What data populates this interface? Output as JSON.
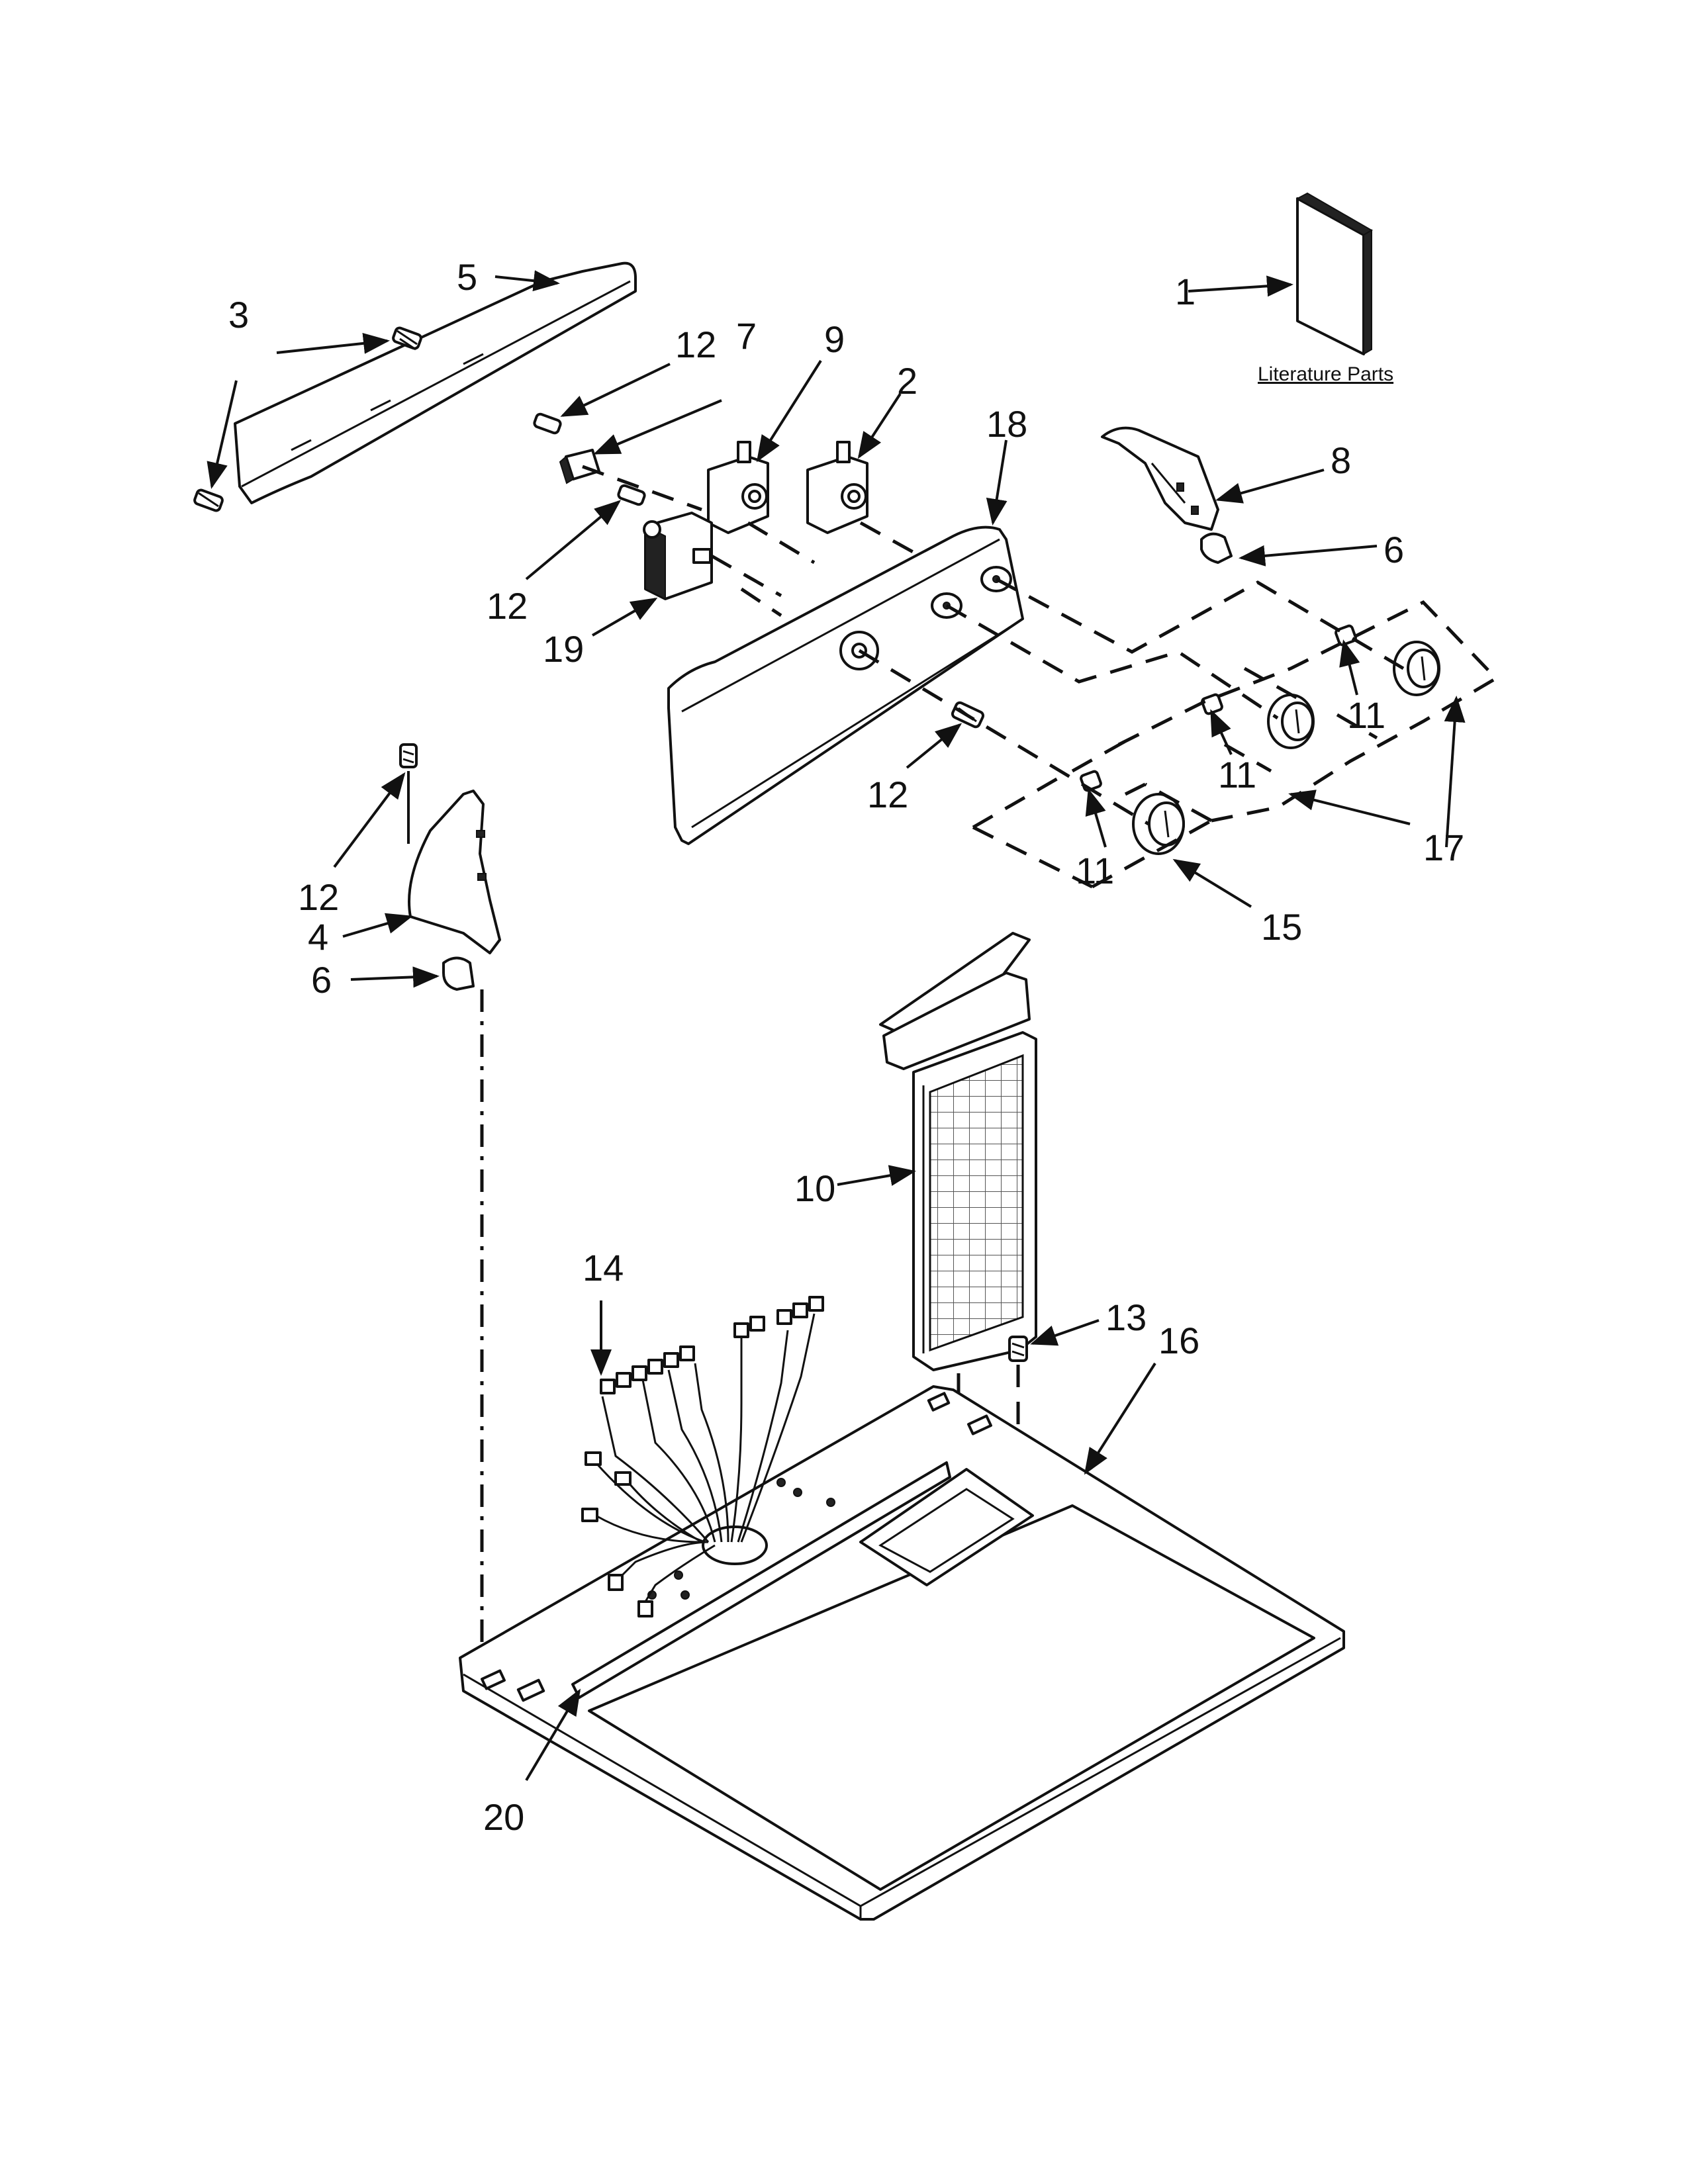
{
  "literature_label": "Literature Parts",
  "callouts": {
    "c1": "1",
    "c2": "2",
    "c3": "3",
    "c4": "4",
    "c5": "5",
    "c6a": "6",
    "c6b": "6",
    "c7": "7",
    "c8": "8",
    "c9": "9",
    "c10": "10",
    "c11a": "11",
    "c11b": "11",
    "c11c": "11",
    "c12a": "12",
    "c12b": "12",
    "c12c": "12",
    "c12d": "12",
    "c13": "13",
    "c14": "14",
    "c15": "15",
    "c16": "16",
    "c17": "17",
    "c18": "18",
    "c19": "19",
    "c20": "20"
  }
}
